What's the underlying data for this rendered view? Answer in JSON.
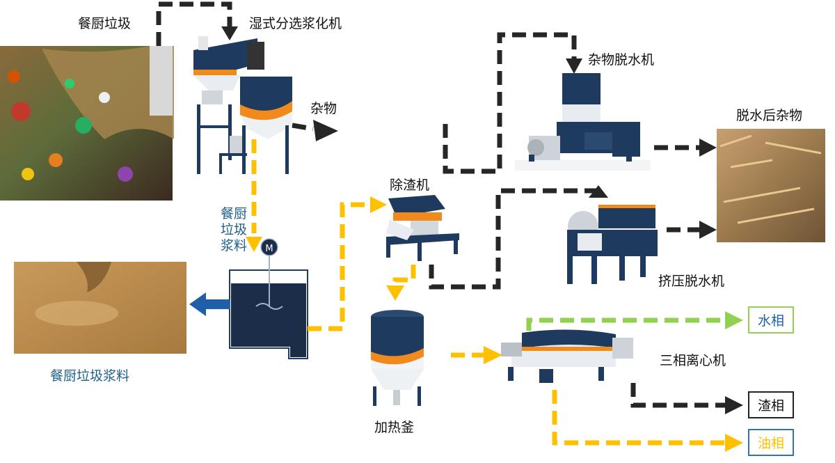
{
  "labels": {
    "kitchen_waste": "餐厨垃圾",
    "wet_sorter": "湿式分选浆化机",
    "debris": "杂物",
    "debris_dewatering": "杂物脱水机",
    "dewatered_debris": "脱水后杂物",
    "slag_remover": "除渣机",
    "slurry_tank": "餐厨垃圾浆料",
    "slurry_photo": "餐厨垃圾浆料",
    "screw_press": "挤压脱水机",
    "three_phase": "三相离心机",
    "heating_tank": "加热釜"
  },
  "outputs": {
    "water": "水相",
    "slag": "渣相",
    "oil": "油相"
  },
  "icons": {
    "mixer": "mixer-motor-icon"
  },
  "colors": {
    "black_flow": "#262626",
    "yellow_flow": "#ffc000",
    "green_flow": "#92d050",
    "blue_flow": "#1f5fa8",
    "machine_navy": "#1e3a5f",
    "machine_orange": "#f08a1c",
    "water_border": "#92d050",
    "slag_border": "#222222",
    "oil_border": "#2e75b6",
    "oil_text": "#ffc000",
    "water_text": "#1f5fa8"
  }
}
